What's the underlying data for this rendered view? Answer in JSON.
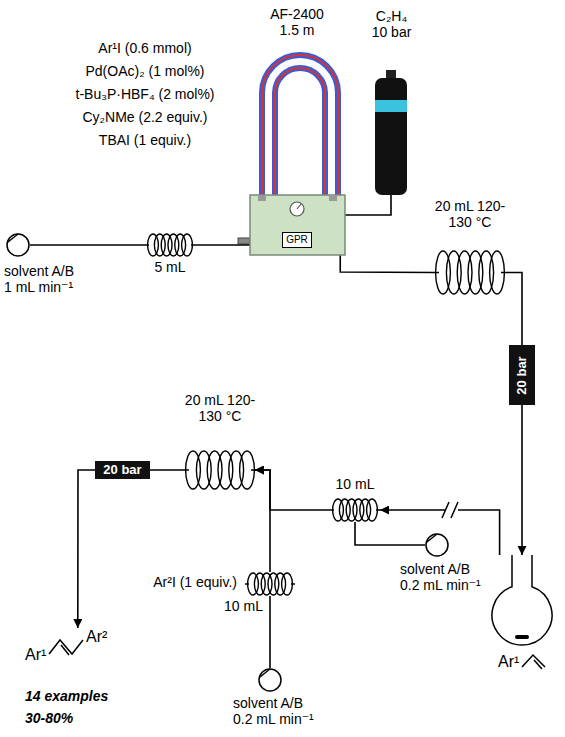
{
  "diagram": {
    "nodes": [
      {
        "text": [
          "solvent A/B 1 mL min⁻¹"
        ]
      },
      {
        "text": [
          "5 mL"
        ]
      },
      {
        "text": [
          "AF-2400 1.5 m"
        ]
      },
      {
        "text": [
          "GPR"
        ],
        "in": 2
      },
      {
        "text": [
          "C₂H₄ 10 bar"
        ]
      },
      {
        "text": [
          "20 mL 120-130 °C"
        ]
      },
      {
        "text": [
          "20 bar"
        ]
      },
      {
        "text": [
          "Ar¹"
        ]
      },
      {
        "text": [
          "10 mL"
        ]
      },
      {
        "text": [
          "solvent A/B 0.2 mL min⁻¹"
        ]
      },
      {
        "text": [
          "Ar²I (1 equiv.)",
          "10 mL"
        ]
      },
      {
        "text": [
          "solvent A/B 0.2 mL min⁻¹"
        ]
      },
      {
        "text": [
          "20 mL 120-130 °C"
        ]
      },
      {
        "text": [
          "20 bar"
        ]
      },
      {
        "text": [
          "Ar¹",
          "Ar²"
        ]
      }
    ],
    "edges": [
      {
        "from": 0,
        "to": 1,
        "arrow": "none"
      },
      {
        "from": 1,
        "to": 2,
        "arrow": "none"
      },
      {
        "from": 4,
        "to": 2,
        "arrow": "none"
      },
      {
        "from": 2,
        "to": 5,
        "arrow": "none"
      },
      {
        "from": 5,
        "to": 6,
        "arrow": "none"
      },
      {
        "from": 6,
        "to": 7,
        "arrow": "to"
      },
      {
        "from": 7,
        "to": 8,
        "arrow": "to"
      },
      {
        "from": 9,
        "to": 8,
        "arrow": "none"
      },
      {
        "from": 8,
        "to": 12,
        "arrow": "to"
      },
      {
        "from": 10,
        "to": 12,
        "arrow": "to"
      },
      {
        "from": 11,
        "to": 10,
        "arrow": "none"
      },
      {
        "from": 12,
        "to": 13,
        "arrow": "none"
      },
      {
        "from": 13,
        "to": 14,
        "arrow": "to"
      }
    ],
    "labels": [
      "Ar¹I (0.6 mmol)",
      "Pd(OAc)₂ (1 mol%)",
      "t-Bu₃P·HBF₄ (2 mol%)",
      "Cy₂NMe (2.2 equiv.)",
      "TBAI (1 equiv.)",
      "14 examples",
      "30-80%"
    ]
  }
}
